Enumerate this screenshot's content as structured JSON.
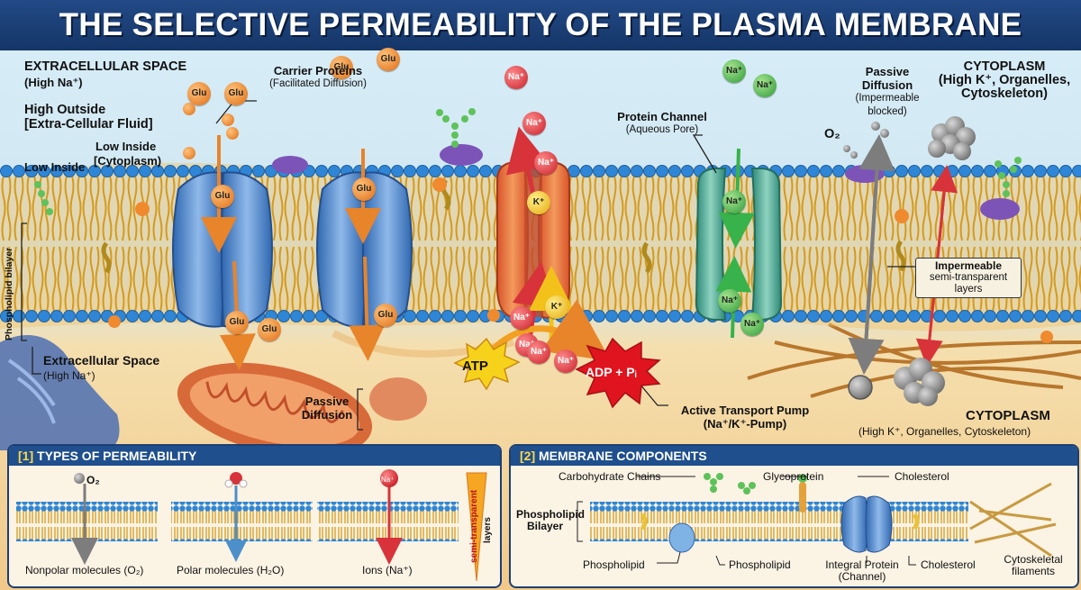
{
  "title": "THE SELECTIVE PERMEABILITY OF THE PLASMA MEMBRANE",
  "labels": {
    "extracellular_space": "EXTRACELLULAR SPACE",
    "high_na": "(High Na⁺)",
    "high_outside_1": "High Outside",
    "high_outside_2": "[Extra-Cellular Fluid]",
    "low_inside_1": "Low Inside",
    "low_inside_2": "[Cytoplasm)",
    "low_inside_left": "Low Inside",
    "carrier_proteins": "Carrier Proteins",
    "facilitated_diffusion": "(Facilitated Diffusion)",
    "protein_channel": "Protein Channel",
    "aqueous_pore": "(Aqueous Pore)",
    "passive_diffusion_top_1": "Passive",
    "passive_diffusion_top_2": "Diffusion",
    "impermeable_blocked_1": "(Impermeable",
    "impermeable_blocked_2": "blocked)",
    "cytoplasm_top": "CYTOPLASM",
    "cytoplasm_top_sub_1": "(High K⁺, Organelles,",
    "cytoplasm_top_sub_2": "Cytoskeleton)",
    "o2": "O₂",
    "phospholipid_bilayer": "Phospholipid bilayer",
    "extracellular_space_2": "Extracellular Space",
    "high_na_2": "(High Na⁺)",
    "passive_diffusion_1": "Passive",
    "passive_diffusion_2": "Diffusion",
    "active_transport_1": "Active Transport Pump",
    "active_transport_2": "(Na⁺/K⁺-Pump)",
    "impermeable_1": "Impermeable",
    "impermeable_2": "semi-transparent",
    "impermeable_3": "layers",
    "cytoplasm_bottom": "CYTOPLASM",
    "cytoplasm_bottom_sub": "(High K⁺, Organelles, Cytoskeleton)",
    "atp": "ATP",
    "adp": "ADP + Pᵢ",
    "glu": "Glu",
    "na": "Na⁺",
    "k": "K⁺"
  },
  "panel1": {
    "num": "[1]",
    "title": "TYPES OF PERMEABILITY",
    "o2": "O₂",
    "nonpolar": "Nonpolar molecules (O₂)",
    "polar": "Polar molecules (H₂O)",
    "ions": "Ions (Na⁺)",
    "na": "Na⁺",
    "semi_1": "semi-transparent",
    "semi_2": "layers"
  },
  "panel2": {
    "num": "[2]",
    "title": "MEMBRANE COMPONENTS",
    "carbohydrate_chains": "Carbohydrate Chains",
    "glycoprotein": "Glycoprotein",
    "cholesterol_top": "Cholesterol",
    "phospholipid_bilayer_1": "Phospholipid",
    "phospholipid_bilayer_2": "Bilayer",
    "phospholipid_left": "Phospholipid",
    "phospholipid_mid": "Phospholipid",
    "integral_protein_1": "Integral Protein",
    "integral_protein_2": "(Channel)",
    "cholesterol_bottom": "Cholesterol",
    "cytoskeletal_1": "Cytoskeletal",
    "cytoskeletal_2": "filaments"
  },
  "colors": {
    "header": "#1a3d75",
    "head_blue": "#2f86d6",
    "tail_gold": "#d99a1e",
    "cytoplasm": "#f3d9a3",
    "extracellular": "#cde7f5",
    "carrier_blue": "#4f86c8",
    "pump_orange": "#e26b3a",
    "channel_teal": "#3ea38f",
    "na_red": "#d8333a",
    "k_yellow": "#f2c21b",
    "glu_orange": "#ee8a2a"
  }
}
